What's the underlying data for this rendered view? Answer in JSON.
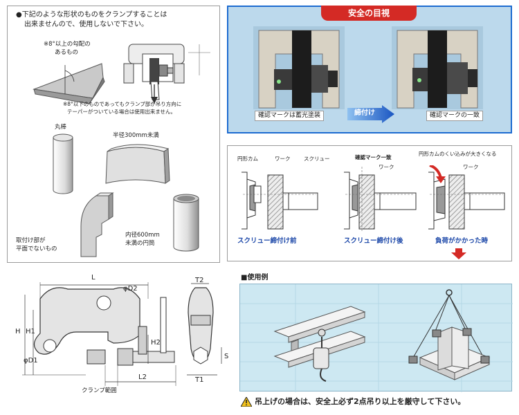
{
  "warning_panel": {
    "line1": "●下記のような形状のものをクランプすることは",
    "line2": "出来ませんので、使用しないで下さい。",
    "slope_note_1": "※8°以上の勾配の",
    "slope_note_2": "あるもの",
    "taper_note_1": "※8°以下のものであってもクランプ部が吊り方向に",
    "taper_note_2": "テーパーがついている場合は使用出来ません。",
    "round_bar": "丸棒",
    "radius_note": "半径300mm未満",
    "mount_note_1": "取付け部が",
    "mount_note_2": "平面でないもの",
    "cylinder_note_1": "内径600mm",
    "cylinder_note_2": "未満の円筒"
  },
  "visual_check": {
    "title": "安全の目視",
    "label_left": "確認マークは蓄光塗装",
    "arrow_label": "締付け",
    "label_right": "確認マークの一致"
  },
  "mechanism": {
    "cam_label": "円形カム",
    "work_label": "ワーク",
    "screw_label": "スクリュー",
    "match_label": "確認マーク一致",
    "bite_label": "円形カムのくい込みが大きくなる",
    "caption_1": "スクリュー締付け前",
    "caption_2": "スクリュー締付け後",
    "caption_3": "負荷がかかった時"
  },
  "dimensions": {
    "L": "L",
    "D2": "φD2",
    "H": "H",
    "H1": "H1",
    "H2": "H2",
    "D1": "φD1",
    "L2": "L2",
    "clamp_range": "クランプ範囲",
    "T2": "T2",
    "T1": "T1",
    "S": "S"
  },
  "usage": {
    "heading": "■使用例",
    "notice": "吊上げの場合は、安全上必ず2点吊り以上を厳守して下さい。"
  },
  "colors": {
    "frame_blue": "#1c6bd0",
    "title_red": "#d42a25",
    "caption_blue": "#1a46a8",
    "usage_bg": "#cde8f2",
    "photo_bg": "#bcd9ec"
  }
}
